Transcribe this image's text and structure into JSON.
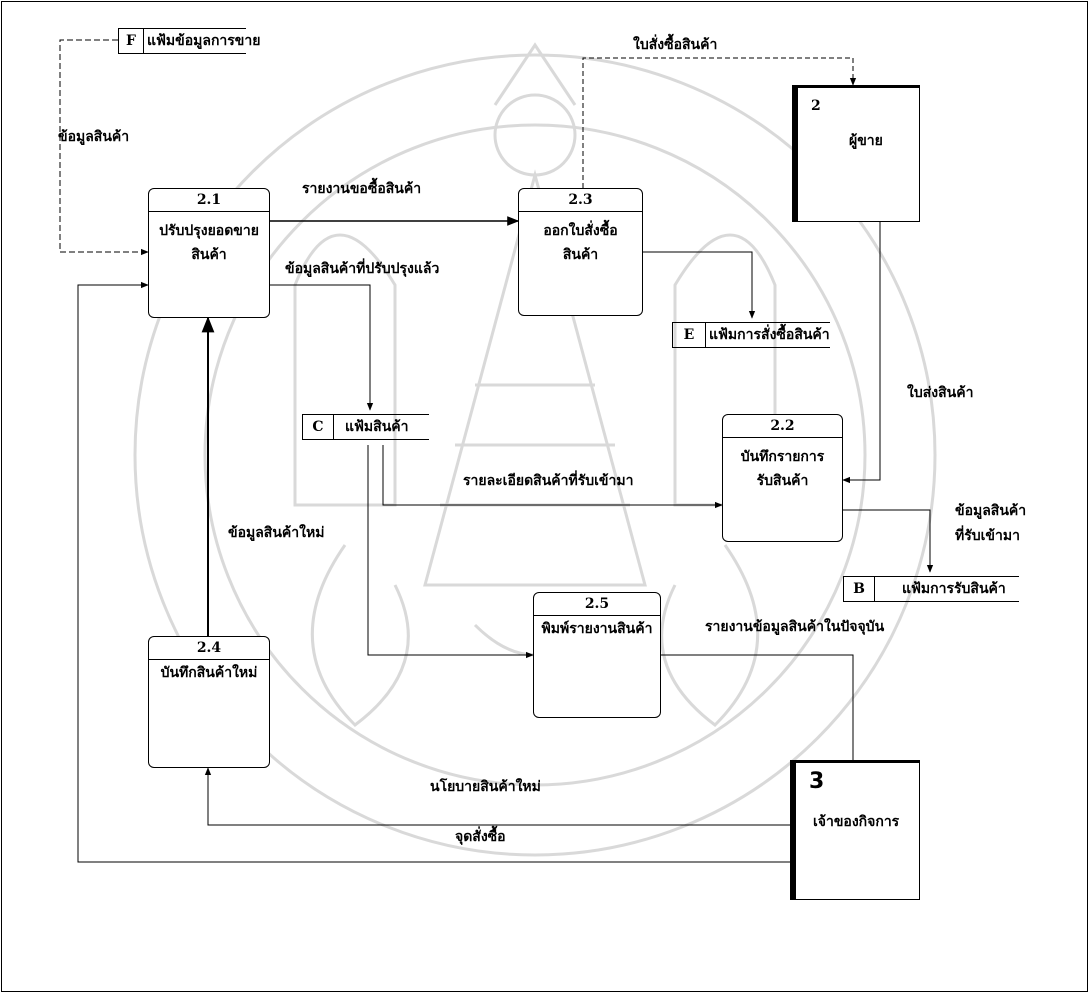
{
  "processes": {
    "p21": {
      "num": "2.1",
      "name": "ปรับปรุงยอดขาย\nสินค้า"
    },
    "p22": {
      "num": "2.2",
      "name": "บันทึกรายการ\nรับสินค้า"
    },
    "p23": {
      "num": "2.3",
      "name": "ออกใบสั่งซื้อ\nสินค้า"
    },
    "p24": {
      "num": "2.4",
      "name": "บันทึกสินค้าใหม่"
    },
    "p25": {
      "num": "2.5",
      "name": "พิมพ์รายงานสินค้า"
    }
  },
  "externals": {
    "seller": {
      "id": "2",
      "name": "ผู้ขาย"
    },
    "owner": {
      "id": "3",
      "name": "เจ้าของกิจการ"
    }
  },
  "stores": {
    "f": {
      "id": "F",
      "name": "แฟ้มข้อมูลการขาย"
    },
    "e": {
      "id": "E",
      "name": "แฟ้มการสั่งซื้อสินค้า"
    },
    "c": {
      "id": "C",
      "name": "แฟ้มสินค้า"
    },
    "b": {
      "id": "B",
      "name": "แฟ้มการรับสินค้า"
    }
  },
  "flows": {
    "product_info": "ข้อมูลสินค้า",
    "purchase_request_report": "รายงานขอซื้อสินค้า",
    "purchase_order": "ใบสั่งซื้อสินค้า",
    "updated_product_info": "ข้อมูลสินค้าที่ปรับปรุงแล้ว",
    "delivery_note": "ใบส่งสินค้า",
    "received_details": "รายละเอียดสินค้าที่รับเข้ามา",
    "received_info_line1": "ข้อมูลสินค้า",
    "received_info_line2": "ที่รับเข้ามา",
    "new_product_info": "ข้อมูลสินค้าใหม่",
    "current_report": "รายงานข้อมูลสินค้าในปัจจุบัน",
    "new_product_policy": "นโยบายสินค้าใหม่",
    "reorder_point": "จุดสั่งซื้อ"
  }
}
